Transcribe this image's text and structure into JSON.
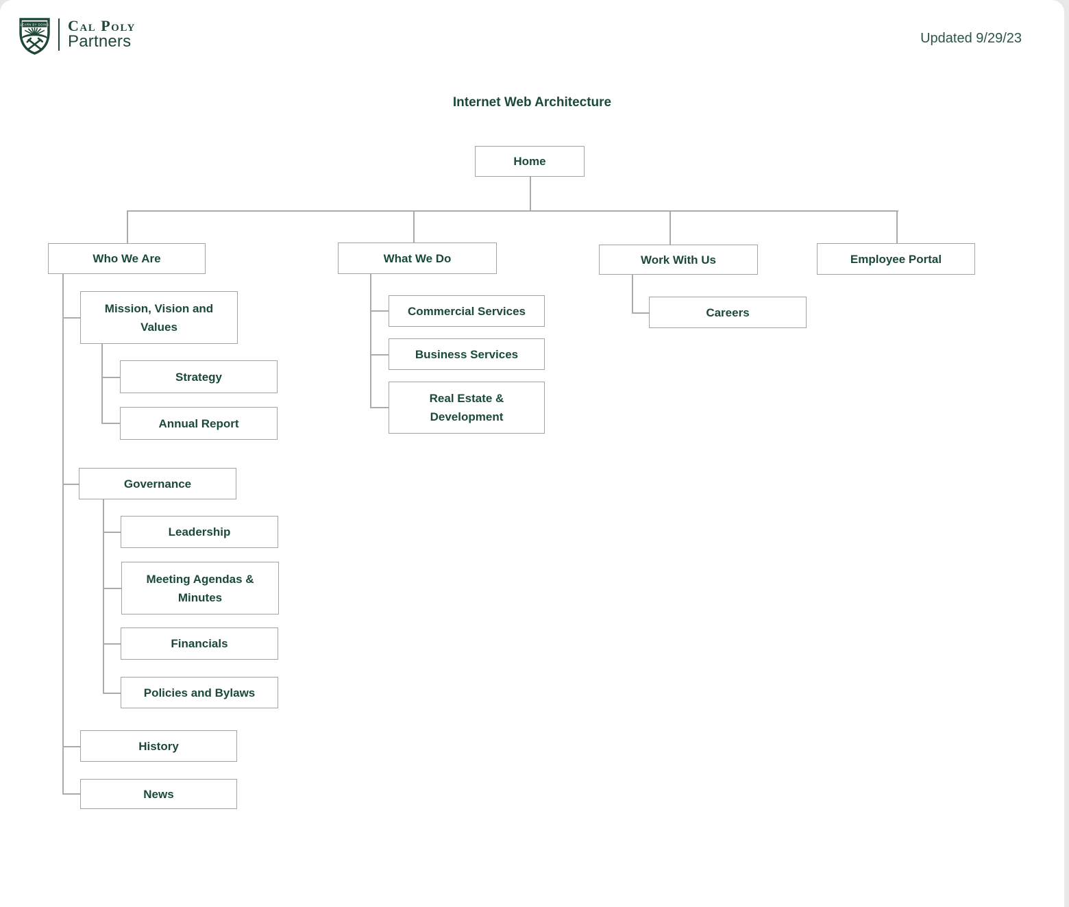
{
  "page": {
    "updated": "Updated 9/29/23",
    "title": "Internet Web Architecture"
  },
  "logo": {
    "brand_top": "Cal Poly",
    "brand_bottom": "Partners",
    "shield_banner": "LEARN BY DOING"
  },
  "colors": {
    "brand_green": "#1E4835",
    "text_green": "#1A4A37",
    "box_border": "#a3a3a3",
    "connector_line": "#ababab",
    "page_background": "#e8e8e8"
  },
  "sitemap": {
    "root": {
      "id": "home",
      "label": "Home",
      "children": [
        {
          "id": "who-we-are",
          "label": "Who We Are",
          "children": [
            {
              "id": "mission-vision-values",
              "label": "Mission, Vision and Values",
              "children": [
                {
                  "id": "strategy",
                  "label": "Strategy"
                },
                {
                  "id": "annual-report",
                  "label": "Annual Report"
                }
              ]
            },
            {
              "id": "governance",
              "label": "Governance",
              "children": [
                {
                  "id": "leadership",
                  "label": "Leadership"
                },
                {
                  "id": "meeting-agendas-minutes",
                  "label": "Meeting Agendas & Minutes"
                },
                {
                  "id": "financials",
                  "label": "Financials"
                },
                {
                  "id": "policies-and-bylaws",
                  "label": "Policies and Bylaws"
                }
              ]
            },
            {
              "id": "history",
              "label": "History"
            },
            {
              "id": "news",
              "label": "News"
            }
          ]
        },
        {
          "id": "what-we-do",
          "label": "What We Do",
          "children": [
            {
              "id": "commercial-services",
              "label": "Commercial Services"
            },
            {
              "id": "business-services",
              "label": "Business Services"
            },
            {
              "id": "real-estate-development",
              "label": "Real Estate & Development"
            }
          ]
        },
        {
          "id": "work-with-us",
          "label": "Work With Us",
          "children": [
            {
              "id": "careers",
              "label": "Careers"
            }
          ]
        },
        {
          "id": "employee-portal",
          "label": "Employee Portal"
        }
      ]
    }
  }
}
